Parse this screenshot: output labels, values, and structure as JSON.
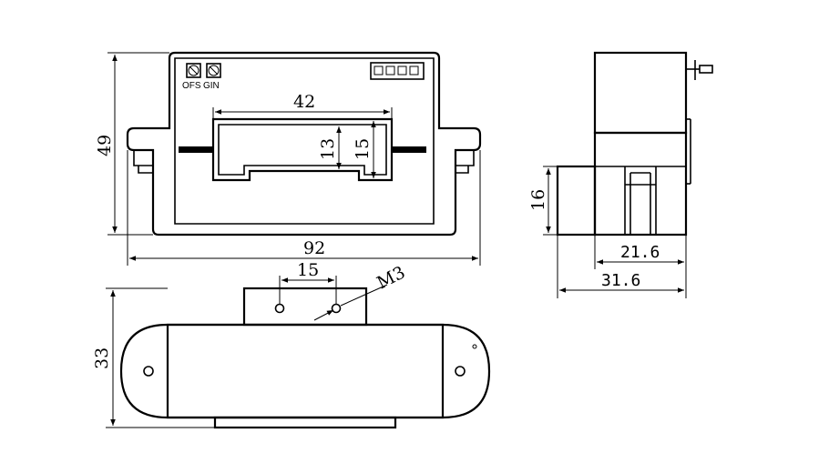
{
  "labels": {
    "ofs": "OFS",
    "gin": "GIN"
  },
  "front_view": {
    "height": "49",
    "width": "92",
    "window_width": "42",
    "inner_height": "13",
    "outer_height": "15"
  },
  "side_view": {
    "height": "16",
    "depth_inner": "21.6",
    "depth_outer": "31.6"
  },
  "top_view": {
    "height": "33",
    "hole_spacing": "15",
    "screw_size": "M3"
  }
}
